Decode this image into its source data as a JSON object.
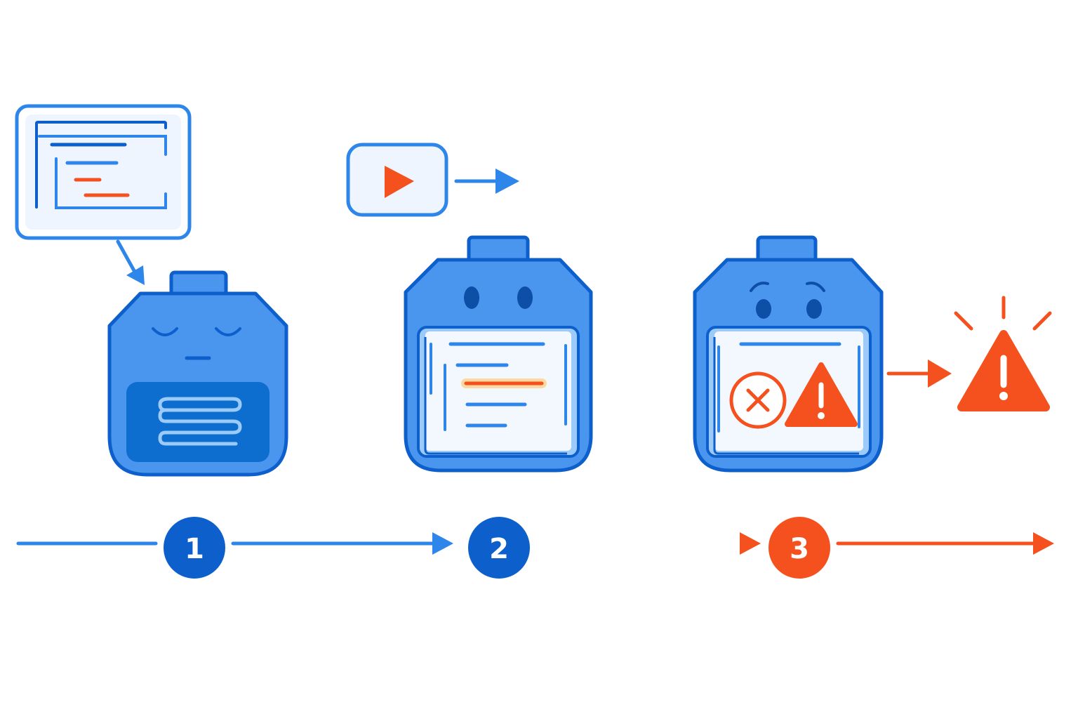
{
  "colors": {
    "blue_dark": "#0d5fcc",
    "blue_mid": "#2f86ea",
    "blue_fill": "#4a95ee",
    "blue_light": "#eef5ff",
    "orange": "#f4511e",
    "white": "#ffffff"
  },
  "steps": [
    {
      "number": "1",
      "state": "idle",
      "color": "#0d5fcc"
    },
    {
      "number": "2",
      "state": "running",
      "color": "#0d5fcc"
    },
    {
      "number": "3",
      "state": "error",
      "color": "#f4511e"
    }
  ],
  "icons": {
    "step1_input": "code-document-icon",
    "step2_trigger": "play-icon",
    "step3_output": "warning-triangle-icon"
  }
}
